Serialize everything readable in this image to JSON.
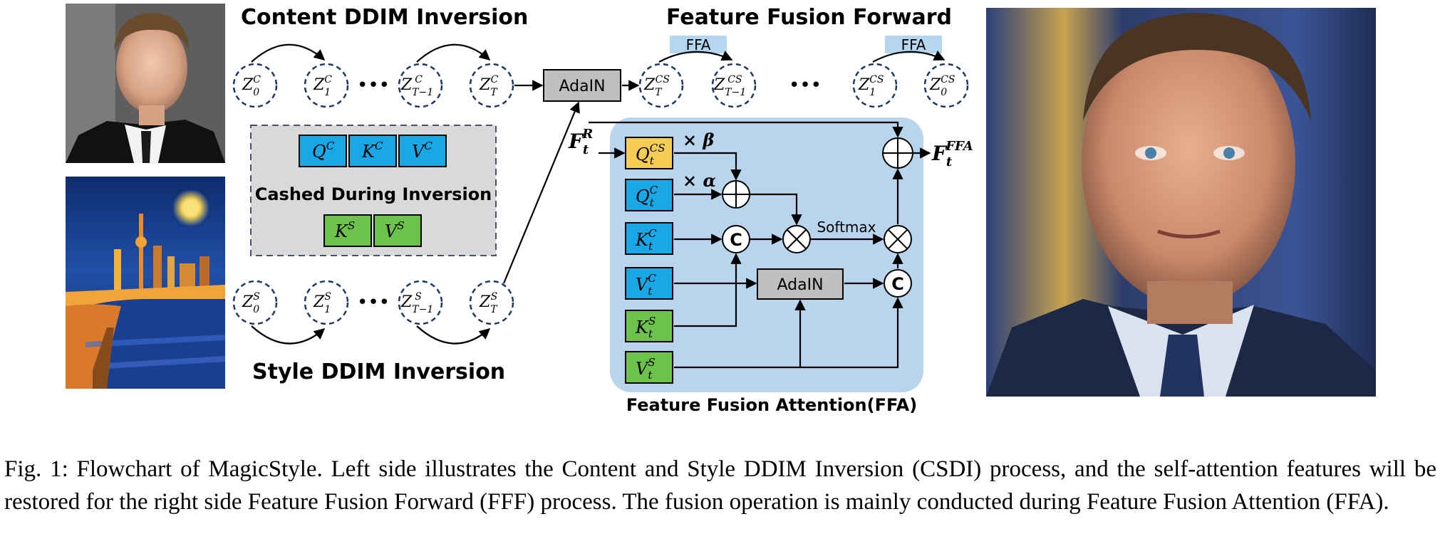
{
  "titles": {
    "content_inversion": "Content DDIM Inversion",
    "style_inversion": "Style DDIM Inversion",
    "fusion_forward": "Feature Fusion Forward",
    "ffa_block": "Feature Fusion Attention(FFA)"
  },
  "ffa_tags": [
    "FFA",
    "FFA"
  ],
  "content_nodes": [
    {
      "base": "Z",
      "sub": "0",
      "sup": "C"
    },
    {
      "base": "Z",
      "sub": "1",
      "sup": "C"
    },
    {
      "base": "Z",
      "sub": "T−1",
      "sup": "C"
    },
    {
      "base": "Z",
      "sub": "T",
      "sup": "C"
    }
  ],
  "style_nodes": [
    {
      "base": "Z",
      "sub": "0",
      "sup": "S"
    },
    {
      "base": "Z",
      "sub": "1",
      "sup": "S"
    },
    {
      "base": "Z",
      "sub": "T−1",
      "sup": "S"
    },
    {
      "base": "Z",
      "sub": "T",
      "sup": "S"
    }
  ],
  "fused_nodes": [
    {
      "base": "Z",
      "sub": "T",
      "sup": "CS"
    },
    {
      "base": "Z",
      "sub": "T−1",
      "sup": "CS"
    },
    {
      "base": "Z",
      "sub": "1",
      "sup": "CS"
    },
    {
      "base": "Z",
      "sub": "0",
      "sup": "CS"
    }
  ],
  "ellipsis": "•••",
  "adain_label": "AdaIN",
  "cache": {
    "label": "Cashed During Inversion",
    "content_feats": [
      {
        "base": "Q",
        "sup": "C"
      },
      {
        "base": "K",
        "sup": "C"
      },
      {
        "base": "V",
        "sup": "C"
      }
    ],
    "style_feats": [
      {
        "base": "K",
        "sup": "S"
      },
      {
        "base": "V",
        "sup": "S"
      }
    ]
  },
  "ffa": {
    "input_feature": {
      "base": "F",
      "sub": "t",
      "sup": "R"
    },
    "output_feature": {
      "base": "F",
      "sub": "t",
      "sup": "FFA"
    },
    "inputs": [
      {
        "base": "Q",
        "sub": "t",
        "sup": "CS",
        "kind": "fused"
      },
      {
        "base": "Q",
        "sub": "t",
        "sup": "C",
        "kind": "content"
      },
      {
        "base": "K",
        "sub": "t",
        "sup": "C",
        "kind": "content"
      },
      {
        "base": "V",
        "sub": "t",
        "sup": "C",
        "kind": "content"
      },
      {
        "base": "K",
        "sub": "t",
        "sup": "S",
        "kind": "style"
      },
      {
        "base": "V",
        "sub": "t",
        "sup": "S",
        "kind": "style"
      }
    ],
    "beta_label": "× β",
    "alpha_label": "× α",
    "softmax_label": "Softmax",
    "concat_symbol": "C",
    "adain_label": "AdaIN"
  },
  "colors": {
    "content": "#1aa7e6",
    "style": "#6cc24a",
    "fused": "#f7cc55",
    "ffa_bg": "#b9d5ee",
    "cache_bg": "#d9d9d9",
    "adain": "#bfbfbf",
    "tag": "#b4d6ee"
  },
  "caption": "Fig. 1: Flowchart of MagicStyle. Left side illustrates the Content and Style DDIM Inversion (CSDI) process, and the self-attention features will be restored for the right side Feature Fusion Forward (FFF) process. The fusion operation is mainly conducted during Feature Fusion Attention (FFA)."
}
